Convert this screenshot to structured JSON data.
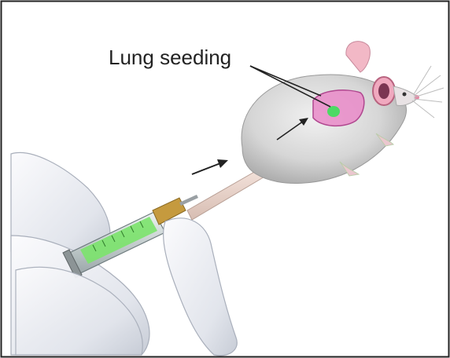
{
  "figure": {
    "annotation_label": "Lung seeding",
    "colors": {
      "frame": "#222222",
      "mouse_fur": "#d9d9d9",
      "mouse_ear": "#f2b8c6",
      "lung": "#e98ac8",
      "tumor_cells": "#4cd964",
      "syringe_fluid": "#7be36b",
      "needle_hub": "#c59a3e",
      "glove": "#e9ecf1"
    },
    "icons": [
      "mouse-illustration",
      "syringe-illustration",
      "gloved-hand-illustration",
      "flow-arrow-icon"
    ]
  }
}
